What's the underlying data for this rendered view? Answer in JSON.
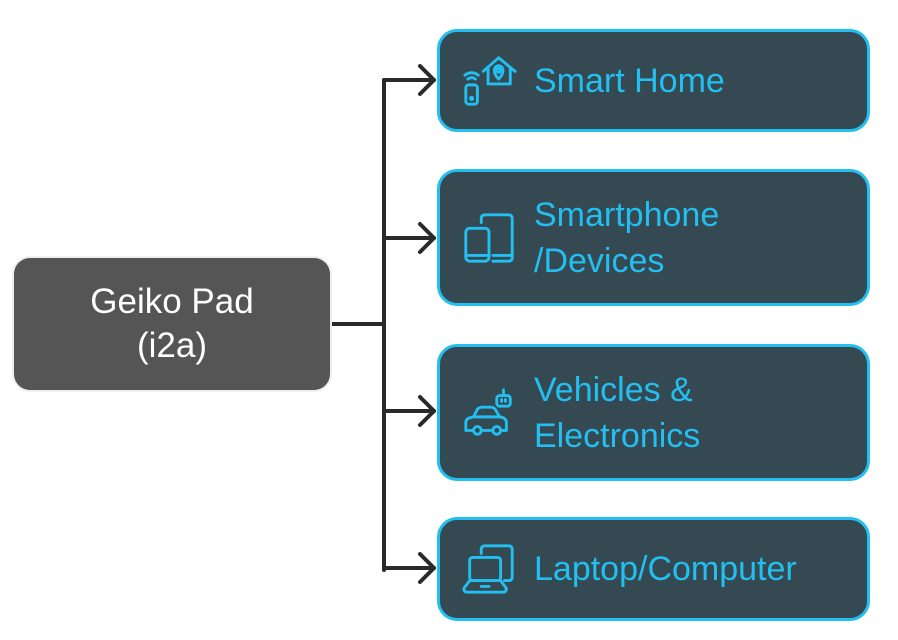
{
  "diagram": {
    "source": {
      "line1": "Geiko Pad",
      "line2": "(i2a)"
    },
    "targets": [
      {
        "icon": "smart-home-icon",
        "lines": [
          "Smart Home"
        ]
      },
      {
        "icon": "smartphone-devices-icon",
        "lines": [
          "Smartphone",
          "/Devices"
        ]
      },
      {
        "icon": "vehicle-electronics-icon",
        "lines": [
          "Vehicles &",
          "Electronics"
        ]
      },
      {
        "icon": "laptop-computer-icon",
        "lines": [
          "Laptop/Computer"
        ]
      }
    ],
    "colors": {
      "source_fill": "#555555",
      "target_fill": "#344952",
      "accent": "#22bff0",
      "connector": "#2a2a2a"
    }
  }
}
